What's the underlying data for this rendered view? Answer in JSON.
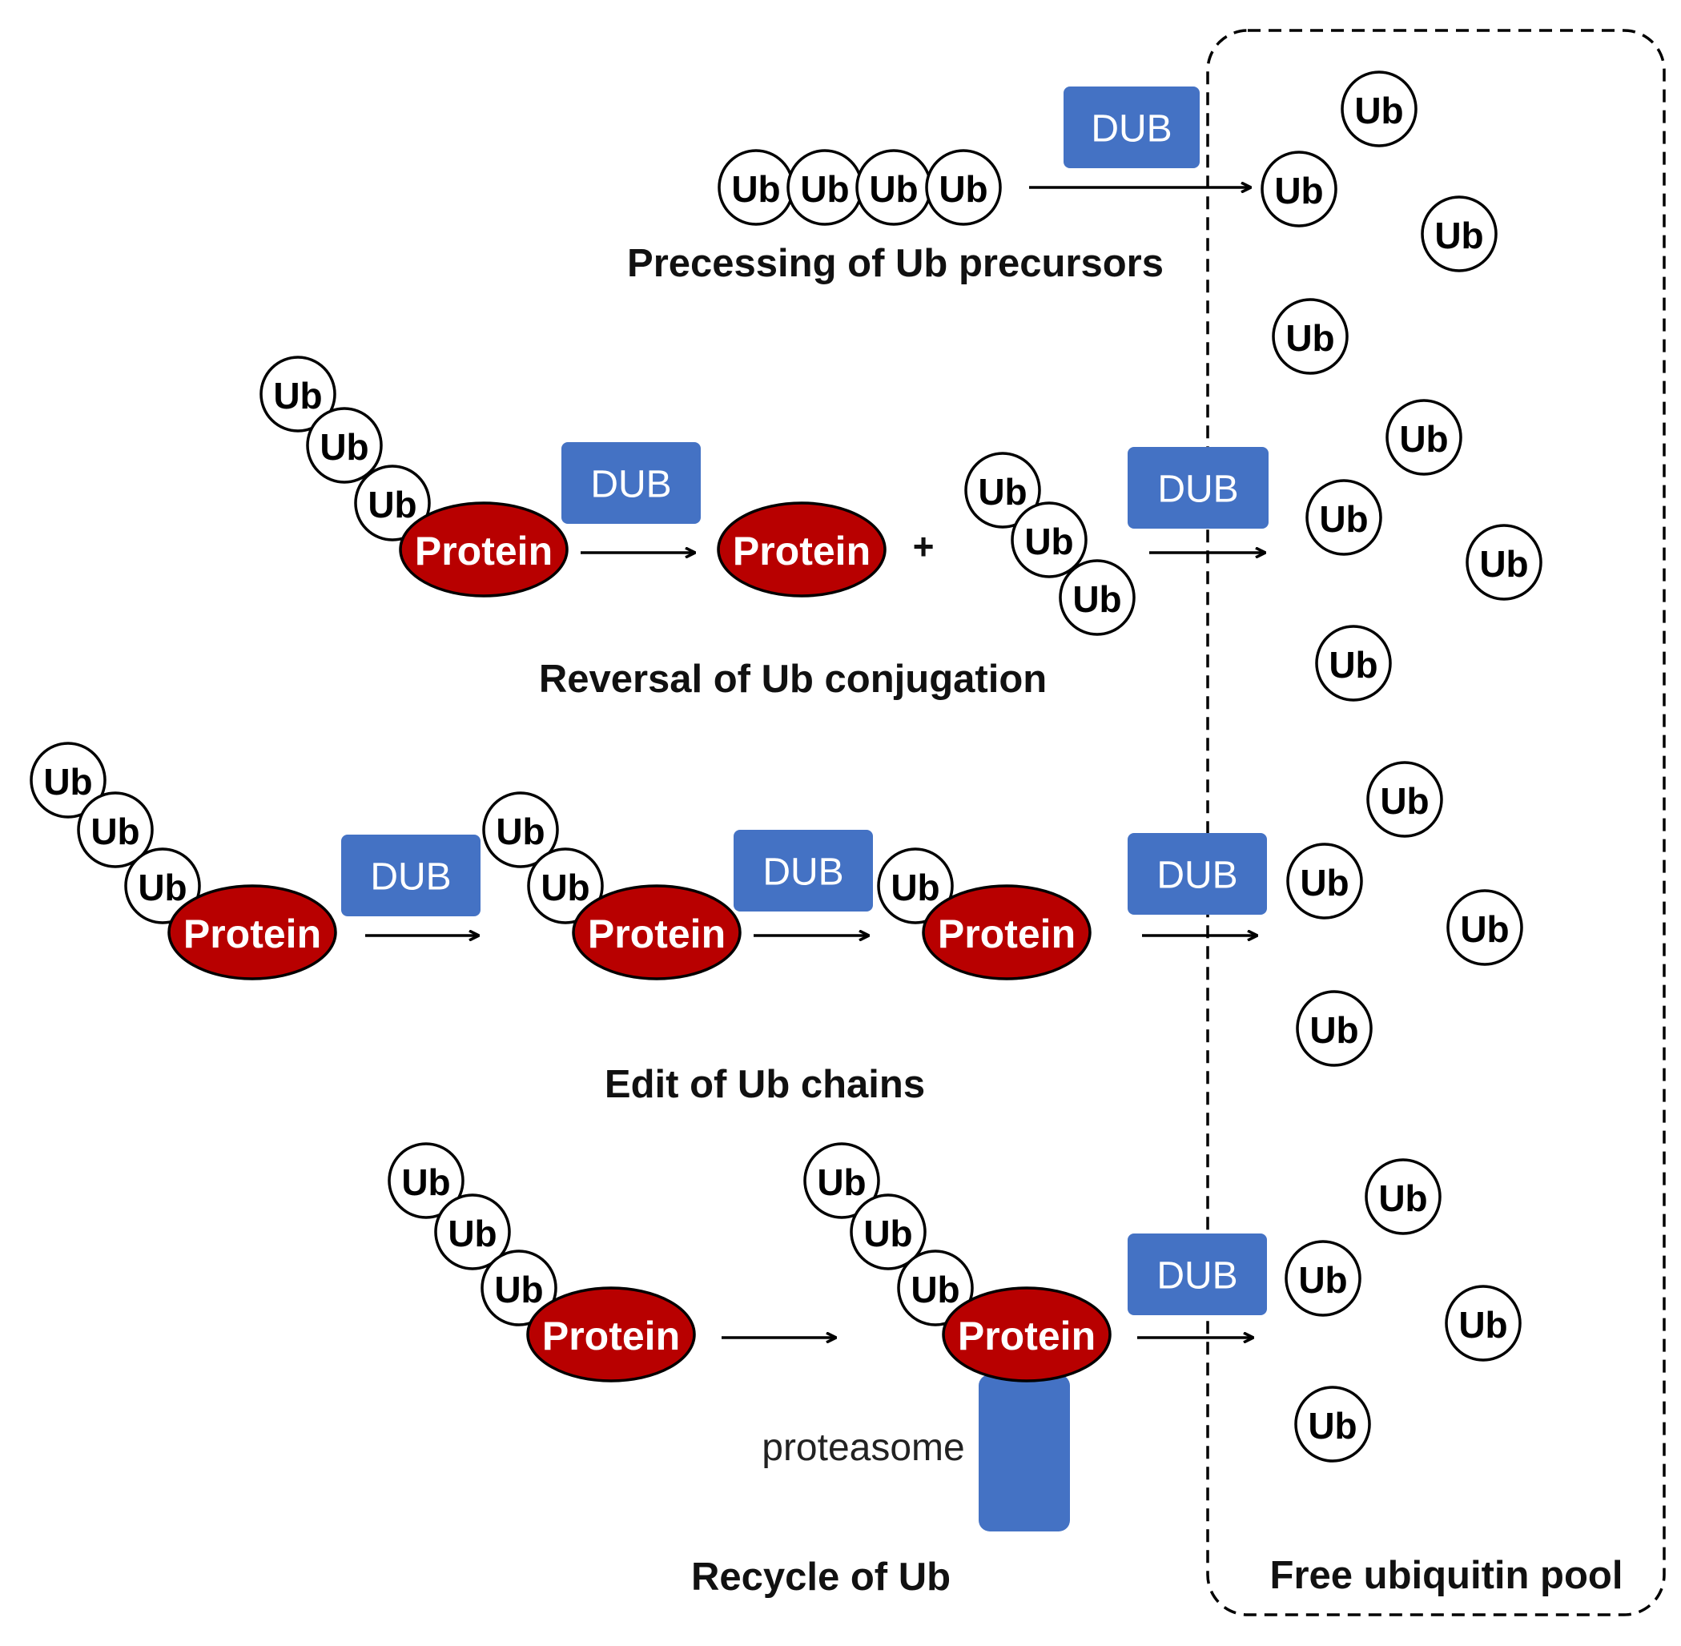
{
  "labels": {
    "ub": "Ub",
    "protein": "Protein",
    "dub": "DUB",
    "plus": "+",
    "proteasome": "proteasome"
  },
  "captions": {
    "processing": "Precessing of Ub precursors",
    "reversal": "Reversal of Ub conjugation",
    "edit": "Edit of Ub chains",
    "recycle": "Recycle of Ub",
    "pool": "Free ubiquitin pool"
  },
  "colors": {
    "protein": "#b80000",
    "dub": "#4472c4",
    "proteasome": "#4472c4",
    "ub_fill": "#ffffff",
    "outline": "#000000"
  }
}
